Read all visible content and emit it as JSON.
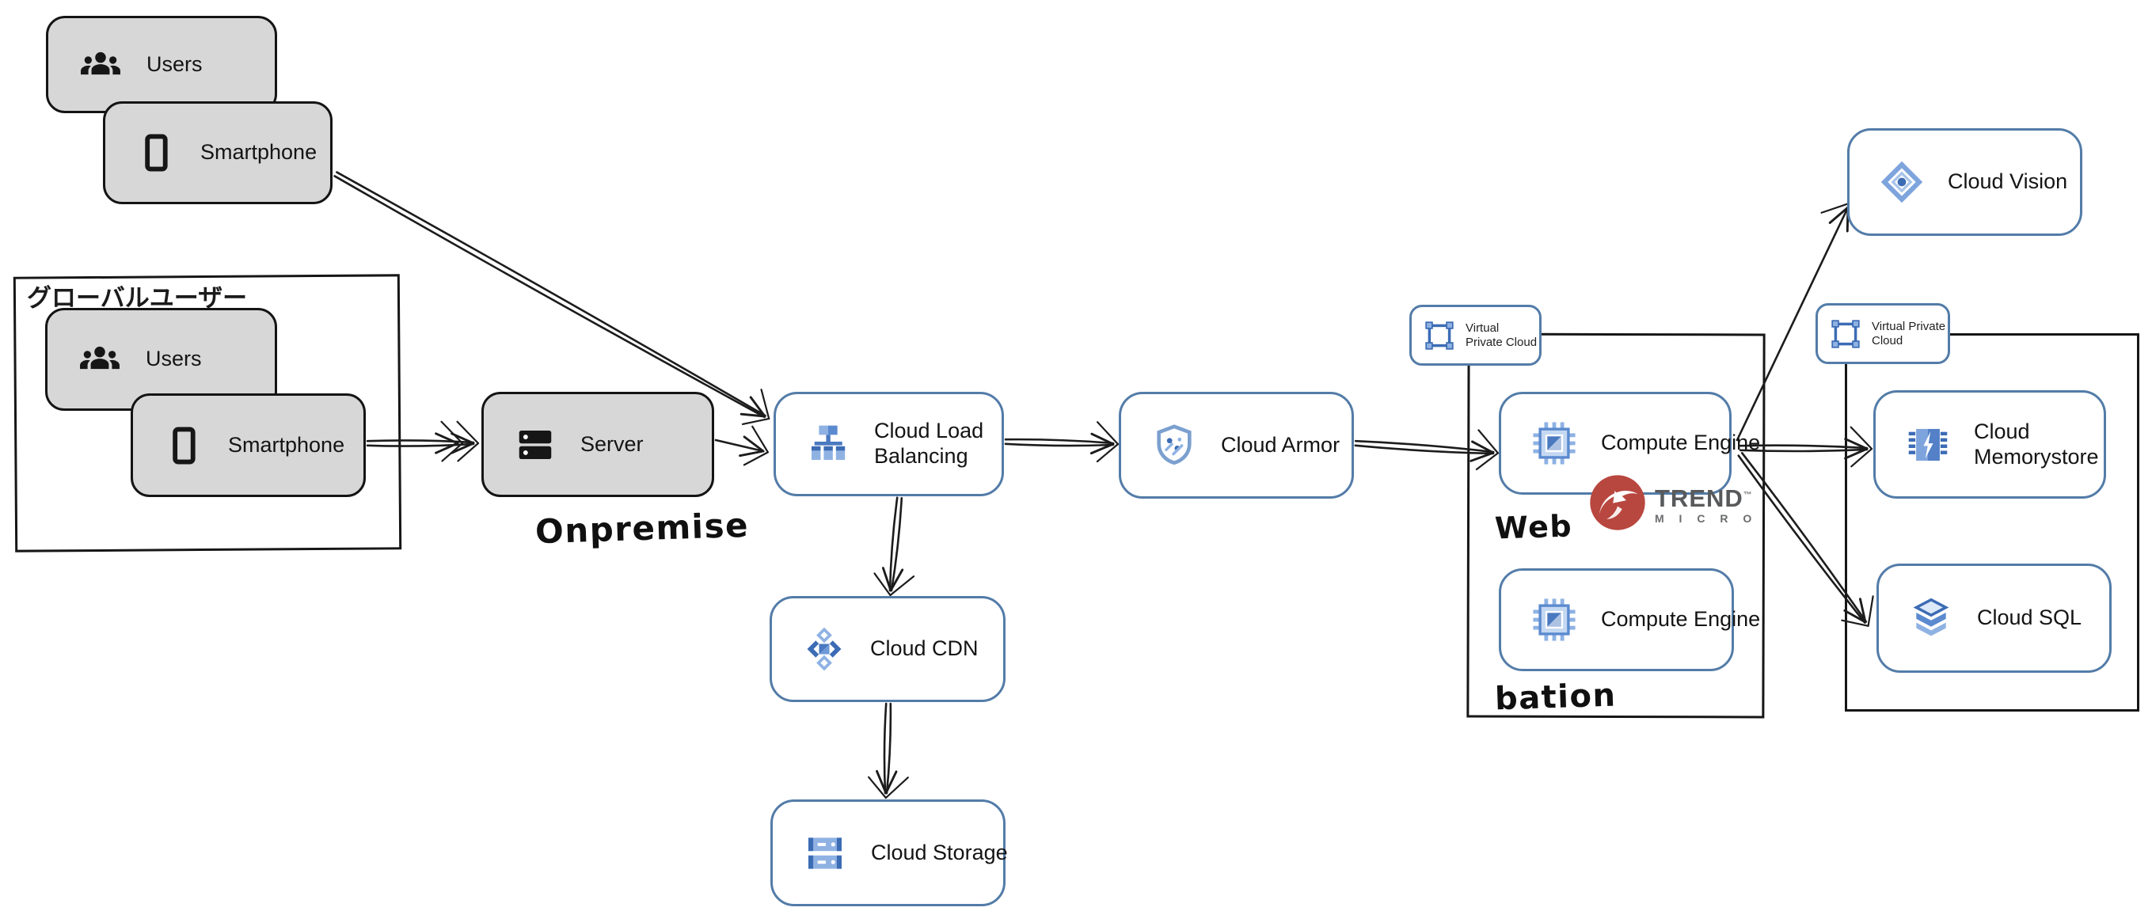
{
  "nodes": {
    "users_top": {
      "label": "Users"
    },
    "smartphone_top": {
      "label": "Smartphone"
    },
    "users_global": {
      "label": "Users"
    },
    "smartphone_global": {
      "label": "Smartphone"
    },
    "server": {
      "label": "Server"
    },
    "cloud_load_balancing": {
      "label": "Cloud Load Balancing"
    },
    "cloud_armor": {
      "label": "Cloud Armor"
    },
    "cloud_cdn": {
      "label": "Cloud CDN"
    },
    "cloud_storage": {
      "label": "Cloud Storage"
    },
    "compute_engine_web": {
      "label": "Compute Engine"
    },
    "compute_engine_bation": {
      "label": "Compute Engine"
    },
    "cloud_vision": {
      "label": "Cloud Vision"
    },
    "cloud_memorystore": {
      "label": "Cloud Memorystore"
    },
    "cloud_sql": {
      "label": "Cloud SQL"
    }
  },
  "badges": {
    "vpc_web": {
      "label": "Virtual Private Cloud"
    },
    "vpc_data": {
      "label": "Virtual Private Cloud"
    }
  },
  "annotations": {
    "global_users": "グローバルユーザー",
    "onpremise": "Onpremise",
    "web": "Web",
    "bation": "bation"
  },
  "logo": {
    "name": "Trend Micro",
    "line1": "TREND",
    "tm": "™",
    "line2": "M I C R O"
  },
  "colors": {
    "node_border_blue": "#537ca8",
    "node_fill_gray": "#d7d7d7",
    "icon_blue_dark": "#3c6cb4",
    "icon_blue_mid": "#5b8ad0",
    "icon_blue_light": "#8fb2e3",
    "trend_red": "#b8473f",
    "arrow_black": "#1c1c1c"
  },
  "edges": [
    {
      "from": "smartphone_top",
      "to": "cloud_load_balancing",
      "style": "double"
    },
    {
      "from": "smartphone_global",
      "to": "server",
      "style": "double",
      "heads": 2
    },
    {
      "from": "server",
      "to": "cloud_load_balancing",
      "style": "single"
    },
    {
      "from": "cloud_load_balancing",
      "to": "cloud_armor",
      "style": "double"
    },
    {
      "from": "cloud_armor",
      "to": "compute_engine_web",
      "style": "double"
    },
    {
      "from": "cloud_load_balancing",
      "to": "cloud_cdn",
      "style": "double"
    },
    {
      "from": "cloud_cdn",
      "to": "cloud_storage",
      "style": "double"
    },
    {
      "from": "compute_engine_web",
      "to": "cloud_vision",
      "style": "single"
    },
    {
      "from": "compute_engine_web",
      "to": "cloud_memorystore",
      "style": "double"
    },
    {
      "from": "compute_engine_web",
      "to": "cloud_sql",
      "style": "double"
    }
  ]
}
